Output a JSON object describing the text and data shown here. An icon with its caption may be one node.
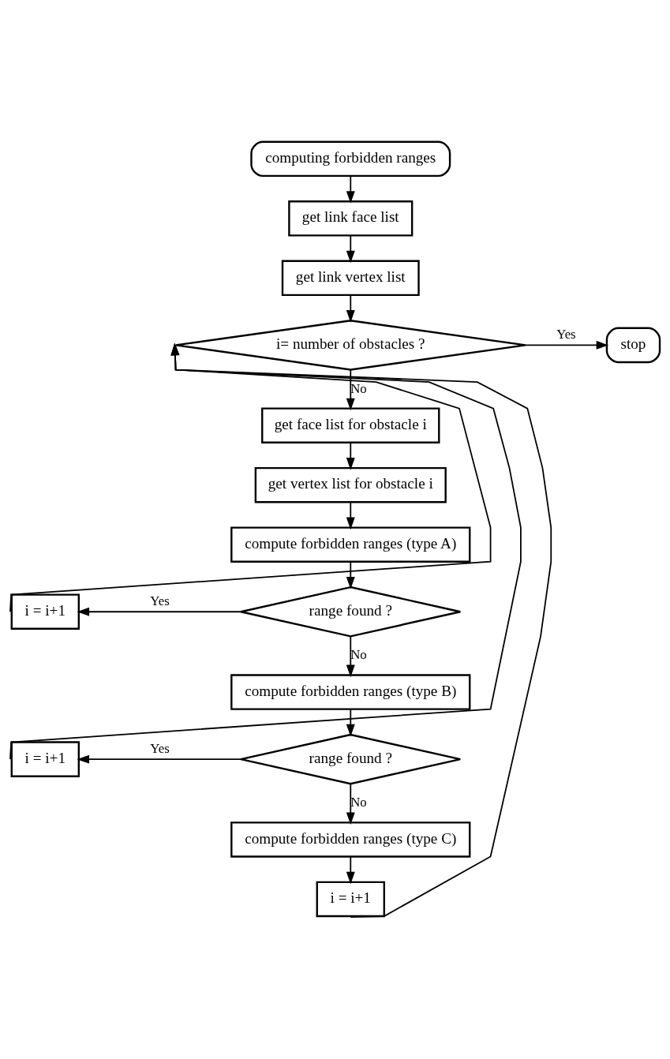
{
  "diagram": {
    "nodes": [
      {
        "text": [
          "computing forbidden ranges"
        ]
      },
      {
        "text": [
          "get link face list"
        ]
      },
      {
        "text": [
          "get link vertex list"
        ]
      },
      {
        "text": [
          "i= number of obstacles ?"
        ]
      },
      {
        "text": [
          "stop"
        ]
      },
      {
        "text": [
          "get face list for obstacle i"
        ]
      },
      {
        "text": [
          "get vertex list for obstacle i"
        ]
      },
      {
        "text": [
          "compute forbidden ranges (type A)"
        ]
      },
      {
        "text": [
          "range found ?"
        ]
      },
      {
        "text": [
          "i = i+1"
        ]
      },
      {
        "text": [
          "compute forbidden ranges (type B)"
        ]
      },
      {
        "text": [
          "range found ?"
        ]
      },
      {
        "text": [
          "i = i+1"
        ]
      },
      {
        "text": [
          "compute forbidden ranges (type C)"
        ]
      },
      {
        "text": [
          "i = i+1"
        ]
      }
    ],
    "edges": [
      {
        "from": 0,
        "to": 1,
        "arrow": "to"
      },
      {
        "from": 1,
        "to": 2,
        "arrow": "to"
      },
      {
        "from": 2,
        "to": 3,
        "arrow": "to"
      },
      {
        "from": 3,
        "to": 4,
        "arrow": "to",
        "label": "Yes"
      },
      {
        "from": 3,
        "to": 5,
        "arrow": "to",
        "label": "No"
      },
      {
        "from": 5,
        "to": 6,
        "arrow": "to"
      },
      {
        "from": 6,
        "to": 7,
        "arrow": "to"
      },
      {
        "from": 7,
        "to": 8,
        "arrow": "to"
      },
      {
        "from": 8,
        "to": 9,
        "arrow": "to",
        "label": "Yes"
      },
      {
        "from": 9,
        "to": 3,
        "arrow": "to"
      },
      {
        "from": 8,
        "to": 10,
        "arrow": "to",
        "label": "No"
      },
      {
        "from": 10,
        "to": 11,
        "arrow": "to"
      },
      {
        "from": 11,
        "to": 12,
        "arrow": "to",
        "label": "Yes"
      },
      {
        "from": 12,
        "to": 3,
        "arrow": "to"
      },
      {
        "from": 11,
        "to": 13,
        "arrow": "to",
        "label": "No"
      },
      {
        "from": 13,
        "to": 14,
        "arrow": "to"
      },
      {
        "from": 14,
        "to": 3,
        "arrow": "to"
      }
    ]
  }
}
